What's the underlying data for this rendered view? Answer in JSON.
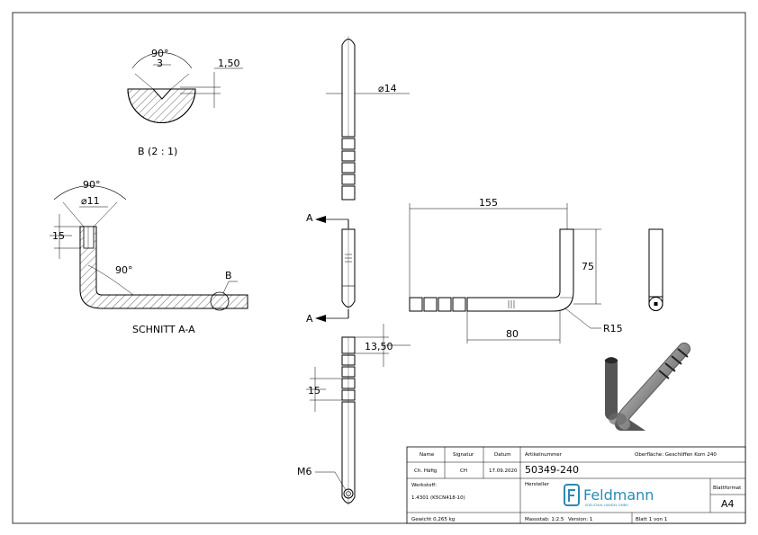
{
  "detail_b": {
    "angle": "90°",
    "width": "3",
    "depth": "1,50",
    "label": "B (2 : 1)"
  },
  "section_a": {
    "angle": "90°",
    "diameter": "⌀11",
    "depth": "15",
    "bend_angle": "90°",
    "detail_ref": "B",
    "label": "SCHNITT A-A"
  },
  "side_view": {
    "diameter": "⌀14",
    "cut_label_top": "A",
    "cut_label_bottom": "A",
    "spacing_1": "13,50",
    "spacing_2": "15",
    "thread": "M6"
  },
  "front_view": {
    "length": "155",
    "height": "75",
    "straight": "80",
    "radius": "R15"
  },
  "title_block": {
    "h_name": "Name",
    "h_signatur": "Signatur",
    "h_datum": "Datum",
    "name": "Ch. Häfig",
    "signatur": "CH",
    "datum": "17.09.2020",
    "werkstoff_label": "Werkstoff:",
    "werkstoff": "1.4301 (K5CN418-10)",
    "gewicht": "Gewicht 0,265 kg",
    "artikel_label": "Artikelnummer",
    "artikel": "50349-240",
    "oberflaeche": "Oberfläche: Geschliffen Korn 240",
    "hersteller_label": "Hersteller",
    "brand": "Feldmann",
    "brand_sub": "EDELSTAHL HANDEL GMBH",
    "massstab": "Massstab: 1:2.5",
    "version": "Version: 1",
    "blatt": "Blatt 1 von 1",
    "blattformat_label": "Blattformat",
    "blattformat": "A4"
  },
  "colors": {
    "line": "#000000",
    "brand": "#2a8ab4"
  }
}
